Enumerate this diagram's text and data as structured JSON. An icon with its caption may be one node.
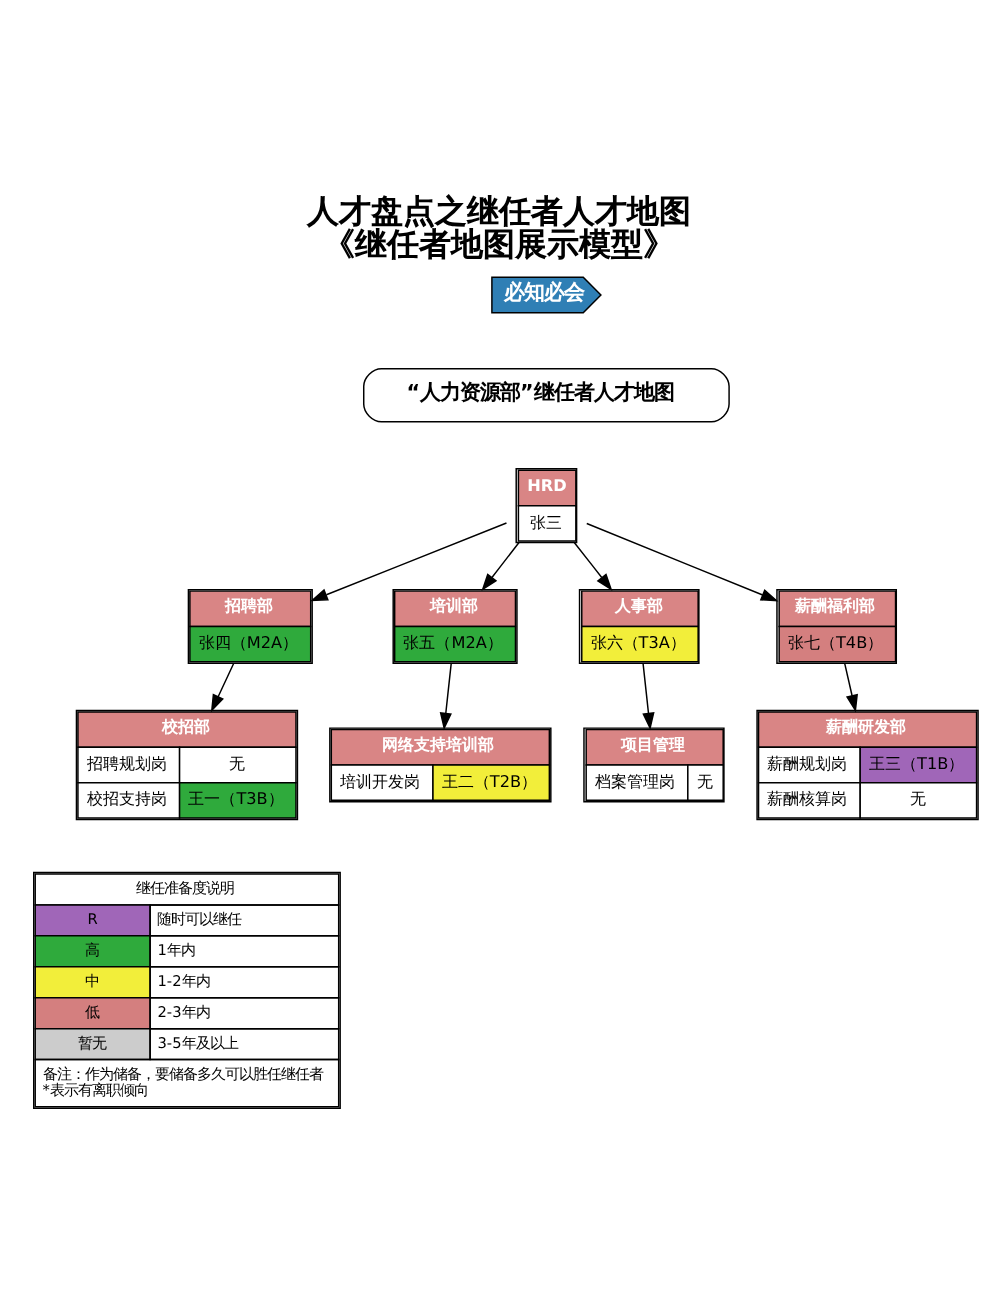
{
  "diagram": {
    "title": "人才盘点之继任者人才地图",
    "caption": "《继任者地图展示模型》",
    "nodes": [
      {
        "text": [
          "“人力资源部”继任者人才地图"
        ]
      },
      {
        "text": [
          "HRD",
          "张三"
        ]
      },
      {
        "text": [
          "招聘部",
          "张四（M2A）"
        ]
      },
      {
        "text": [
          "培训部",
          "张五（M2A）"
        ]
      },
      {
        "text": [
          "人事部",
          "张六（T3A）"
        ]
      },
      {
        "text": [
          "薪酬福利部",
          "张七（T4B）"
        ]
      },
      {
        "text": [
          "校招部",
          "招聘规划岗",
          "无",
          "校招支持岗",
          "王一（T3B）"
        ]
      },
      {
        "text": [
          "网络支持培训部",
          "培训开发岗",
          "王二（T2B）"
        ]
      },
      {
        "text": [
          "项目管理",
          "档案管理岗",
          "无"
        ]
      },
      {
        "text": [
          "薪酬研发部",
          "薪酬规划岗",
          "王三（T1B）",
          "薪酬核算岗",
          "无"
        ]
      }
    ],
    "edges": [
      {
        "from": 1,
        "to": 2,
        "arrow": "to"
      },
      {
        "from": 1,
        "to": 3,
        "arrow": "to"
      },
      {
        "from": 1,
        "to": 4,
        "arrow": "to"
      },
      {
        "from": 1,
        "to": 5,
        "arrow": "to"
      },
      {
        "from": 2,
        "to": 6,
        "arrow": "to"
      },
      {
        "from": 3,
        "to": 7,
        "arrow": "to"
      },
      {
        "from": 4,
        "to": 8,
        "arrow": "to"
      },
      {
        "from": 5,
        "to": 9,
        "arrow": "to"
      }
    ],
    "labels": [
      "必知必会",
      "继任准备度说明",
      "R",
      "高",
      "中",
      "低",
      "暂无",
      "备注：作为储备，要储备多久可以胜任继任者",
      "*表示有离职倾向"
    ],
    "legend": [
      {
        "text": "随时可以继任",
        "color": "#a066b8"
      },
      {
        "text": "1年内",
        "color": "#2faa3c"
      },
      {
        "text": "1-2年内",
        "color": "#f2ee3a"
      },
      {
        "text": "2-3年内",
        "color": "#d47f7f"
      },
      {
        "text": "3-5年及以上",
        "color": "#cccccc"
      }
    ]
  }
}
